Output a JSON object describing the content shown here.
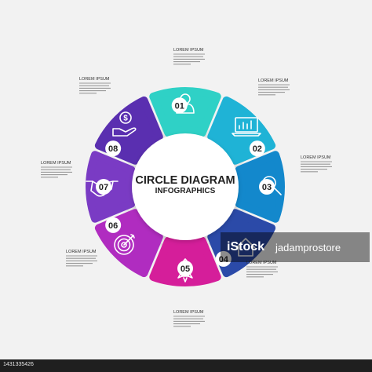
{
  "center": {
    "title": "CIRCLE DIAGRAM",
    "subtitle": "INFOGRAPHICS"
  },
  "segments": [
    {
      "number": "01",
      "label": "LOREM IPSUM",
      "color": "#2fd1c6",
      "icon": "user-icon"
    },
    {
      "number": "02",
      "label": "LOREM IPSUM",
      "color": "#1fb3d6",
      "icon": "laptop-chart-icon"
    },
    {
      "number": "03",
      "label": "LOREM IPSUM",
      "color": "#1388cc",
      "icon": "search-icon"
    },
    {
      "number": "04",
      "label": "LOREM IPSUM",
      "color": "#2b4aa8",
      "icon": "home-icon"
    },
    {
      "number": "05",
      "label": "LOREM IPSUM",
      "color": "#d51e9a",
      "icon": "rocket-icon"
    },
    {
      "number": "06",
      "label": "LOREM IPSUM",
      "color": "#b02cc0",
      "icon": "target-icon"
    },
    {
      "number": "07",
      "label": "LOREM IPSUM",
      "color": "#7a3bc4",
      "icon": "handshake-icon"
    },
    {
      "number": "08",
      "label": "LOREM IPSUM",
      "color": "#5a2fb0",
      "icon": "coin-hand-icon"
    }
  ],
  "watermark": {
    "brand": "iStock",
    "credit": "jadamprostore"
  },
  "footer": {
    "id": "1431335426"
  }
}
